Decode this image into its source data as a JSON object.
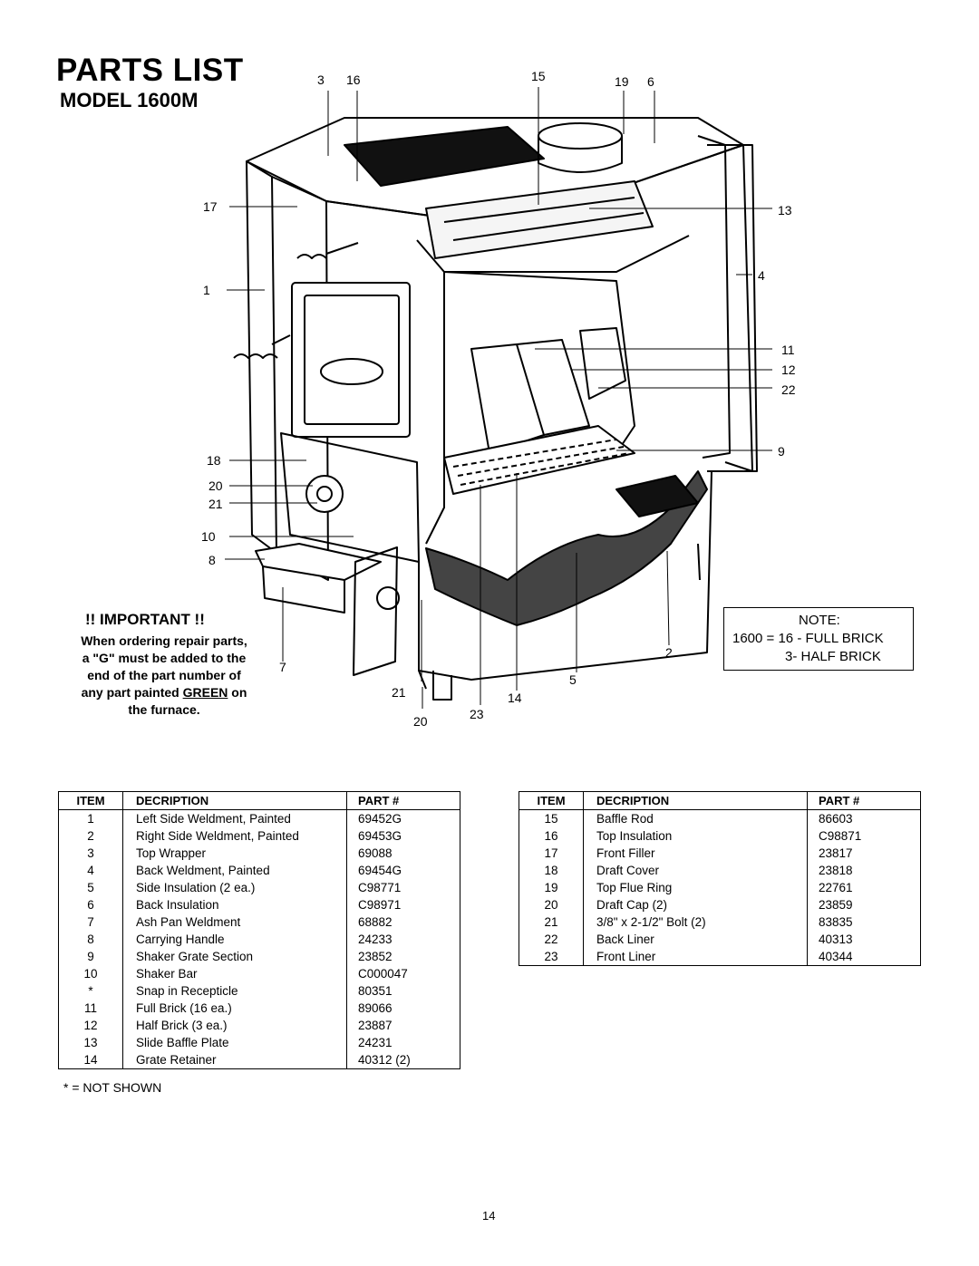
{
  "header": {
    "title": "PARTS LIST",
    "model": "MODEL 1600M"
  },
  "callouts": [
    {
      "id": "c-3",
      "text": "3"
    },
    {
      "id": "c-16",
      "text": "16"
    },
    {
      "id": "c-15",
      "text": "15"
    },
    {
      "id": "c-19",
      "text": "19"
    },
    {
      "id": "c-6",
      "text": "6"
    },
    {
      "id": "c-17",
      "text": "17"
    },
    {
      "id": "c-13",
      "text": "13"
    },
    {
      "id": "c-4",
      "text": "4"
    },
    {
      "id": "c-1",
      "text": "1"
    },
    {
      "id": "c-11",
      "text": "11"
    },
    {
      "id": "c-12",
      "text": "12"
    },
    {
      "id": "c-22",
      "text": "22"
    },
    {
      "id": "c-9",
      "text": "9"
    },
    {
      "id": "c-18",
      "text": "18"
    },
    {
      "id": "c-20a",
      "text": "20"
    },
    {
      "id": "c-21a",
      "text": "21"
    },
    {
      "id": "c-10",
      "text": "10"
    },
    {
      "id": "c-8",
      "text": "8"
    },
    {
      "id": "c-7",
      "text": "7"
    },
    {
      "id": "c-2",
      "text": "2"
    },
    {
      "id": "c-5",
      "text": "5"
    },
    {
      "id": "c-21b",
      "text": "21"
    },
    {
      "id": "c-14",
      "text": "14"
    },
    {
      "id": "c-23",
      "text": "23"
    },
    {
      "id": "c-20b",
      "text": "20"
    }
  ],
  "important": {
    "title": "!! IMPORTANT !!",
    "line1": "When ordering repair parts,",
    "line2": "a \"G\" must be added to the",
    "line3": "end of the part number of",
    "line4_pre": "any part painted ",
    "line4_green": "GREEN",
    "line4_post": " on",
    "line5": "the furnace."
  },
  "note": {
    "title": "NOTE:",
    "line1": "1600 = 16 - FULL BRICK",
    "line2": "3- HALF BRICK"
  },
  "table_headers": {
    "item": "ITEM",
    "description": "DECRIPTION",
    "part": "PART #"
  },
  "left_table": [
    {
      "item": "1",
      "description": "Left Side Weldment, Painted",
      "part": "69452G"
    },
    {
      "item": "2",
      "description": "Right Side Weldment, Painted",
      "part": "69453G"
    },
    {
      "item": "3",
      "description": "Top Wrapper",
      "part": "69088"
    },
    {
      "item": "4",
      "description": "Back Weldment, Painted",
      "part": "69454G"
    },
    {
      "item": "5",
      "description": "Side Insulation (2 ea.)",
      "part": "C98771"
    },
    {
      "item": "6",
      "description": "Back Insulation",
      "part": "C98971"
    },
    {
      "item": "7",
      "description": "Ash Pan Weldment",
      "part": "68882"
    },
    {
      "item": "8",
      "description": "Carrying  Handle",
      "part": "24233"
    },
    {
      "item": "9",
      "description": "Shaker Grate Section",
      "part": "23852"
    },
    {
      "item": "10",
      "description": "Shaker Bar",
      "part": "C000047"
    },
    {
      "item": "*",
      "description": "Snap  in Recepticle",
      "part": "80351"
    },
    {
      "item": "11",
      "description": "Full Brick (16 ea.)",
      "part": "89066"
    },
    {
      "item": "12",
      "description": "Half Brick (3 ea.)",
      "part": "23887"
    },
    {
      "item": "13",
      "description": "Slide Baffle Plate",
      "part": "24231"
    },
    {
      "item": "14",
      "description": "Grate Retainer",
      "part": "40312  (2)"
    }
  ],
  "right_table": [
    {
      "item": "15",
      "description": "Baffle Rod",
      "part": "86603"
    },
    {
      "item": "16",
      "description": "Top  Insulation",
      "part": "C98871"
    },
    {
      "item": "17",
      "description": "Front Filler",
      "part": "23817"
    },
    {
      "item": "18",
      "description": "Draft Cover",
      "part": "23818"
    },
    {
      "item": "19",
      "description": "Top Flue Ring",
      "part": "22761"
    },
    {
      "item": "20",
      "description": "Draft Cap (2)",
      "part": "23859"
    },
    {
      "item": "21",
      "description": "3/8\" x 2-1/2\" Bolt (2)",
      "part": "83835"
    },
    {
      "item": "22",
      "description": "Back Liner",
      "part": "40313"
    },
    {
      "item": "23",
      "description": "Front Liner",
      "part": "40344"
    }
  ],
  "footnote": "* = NOT SHOWN",
  "page_number": "14"
}
